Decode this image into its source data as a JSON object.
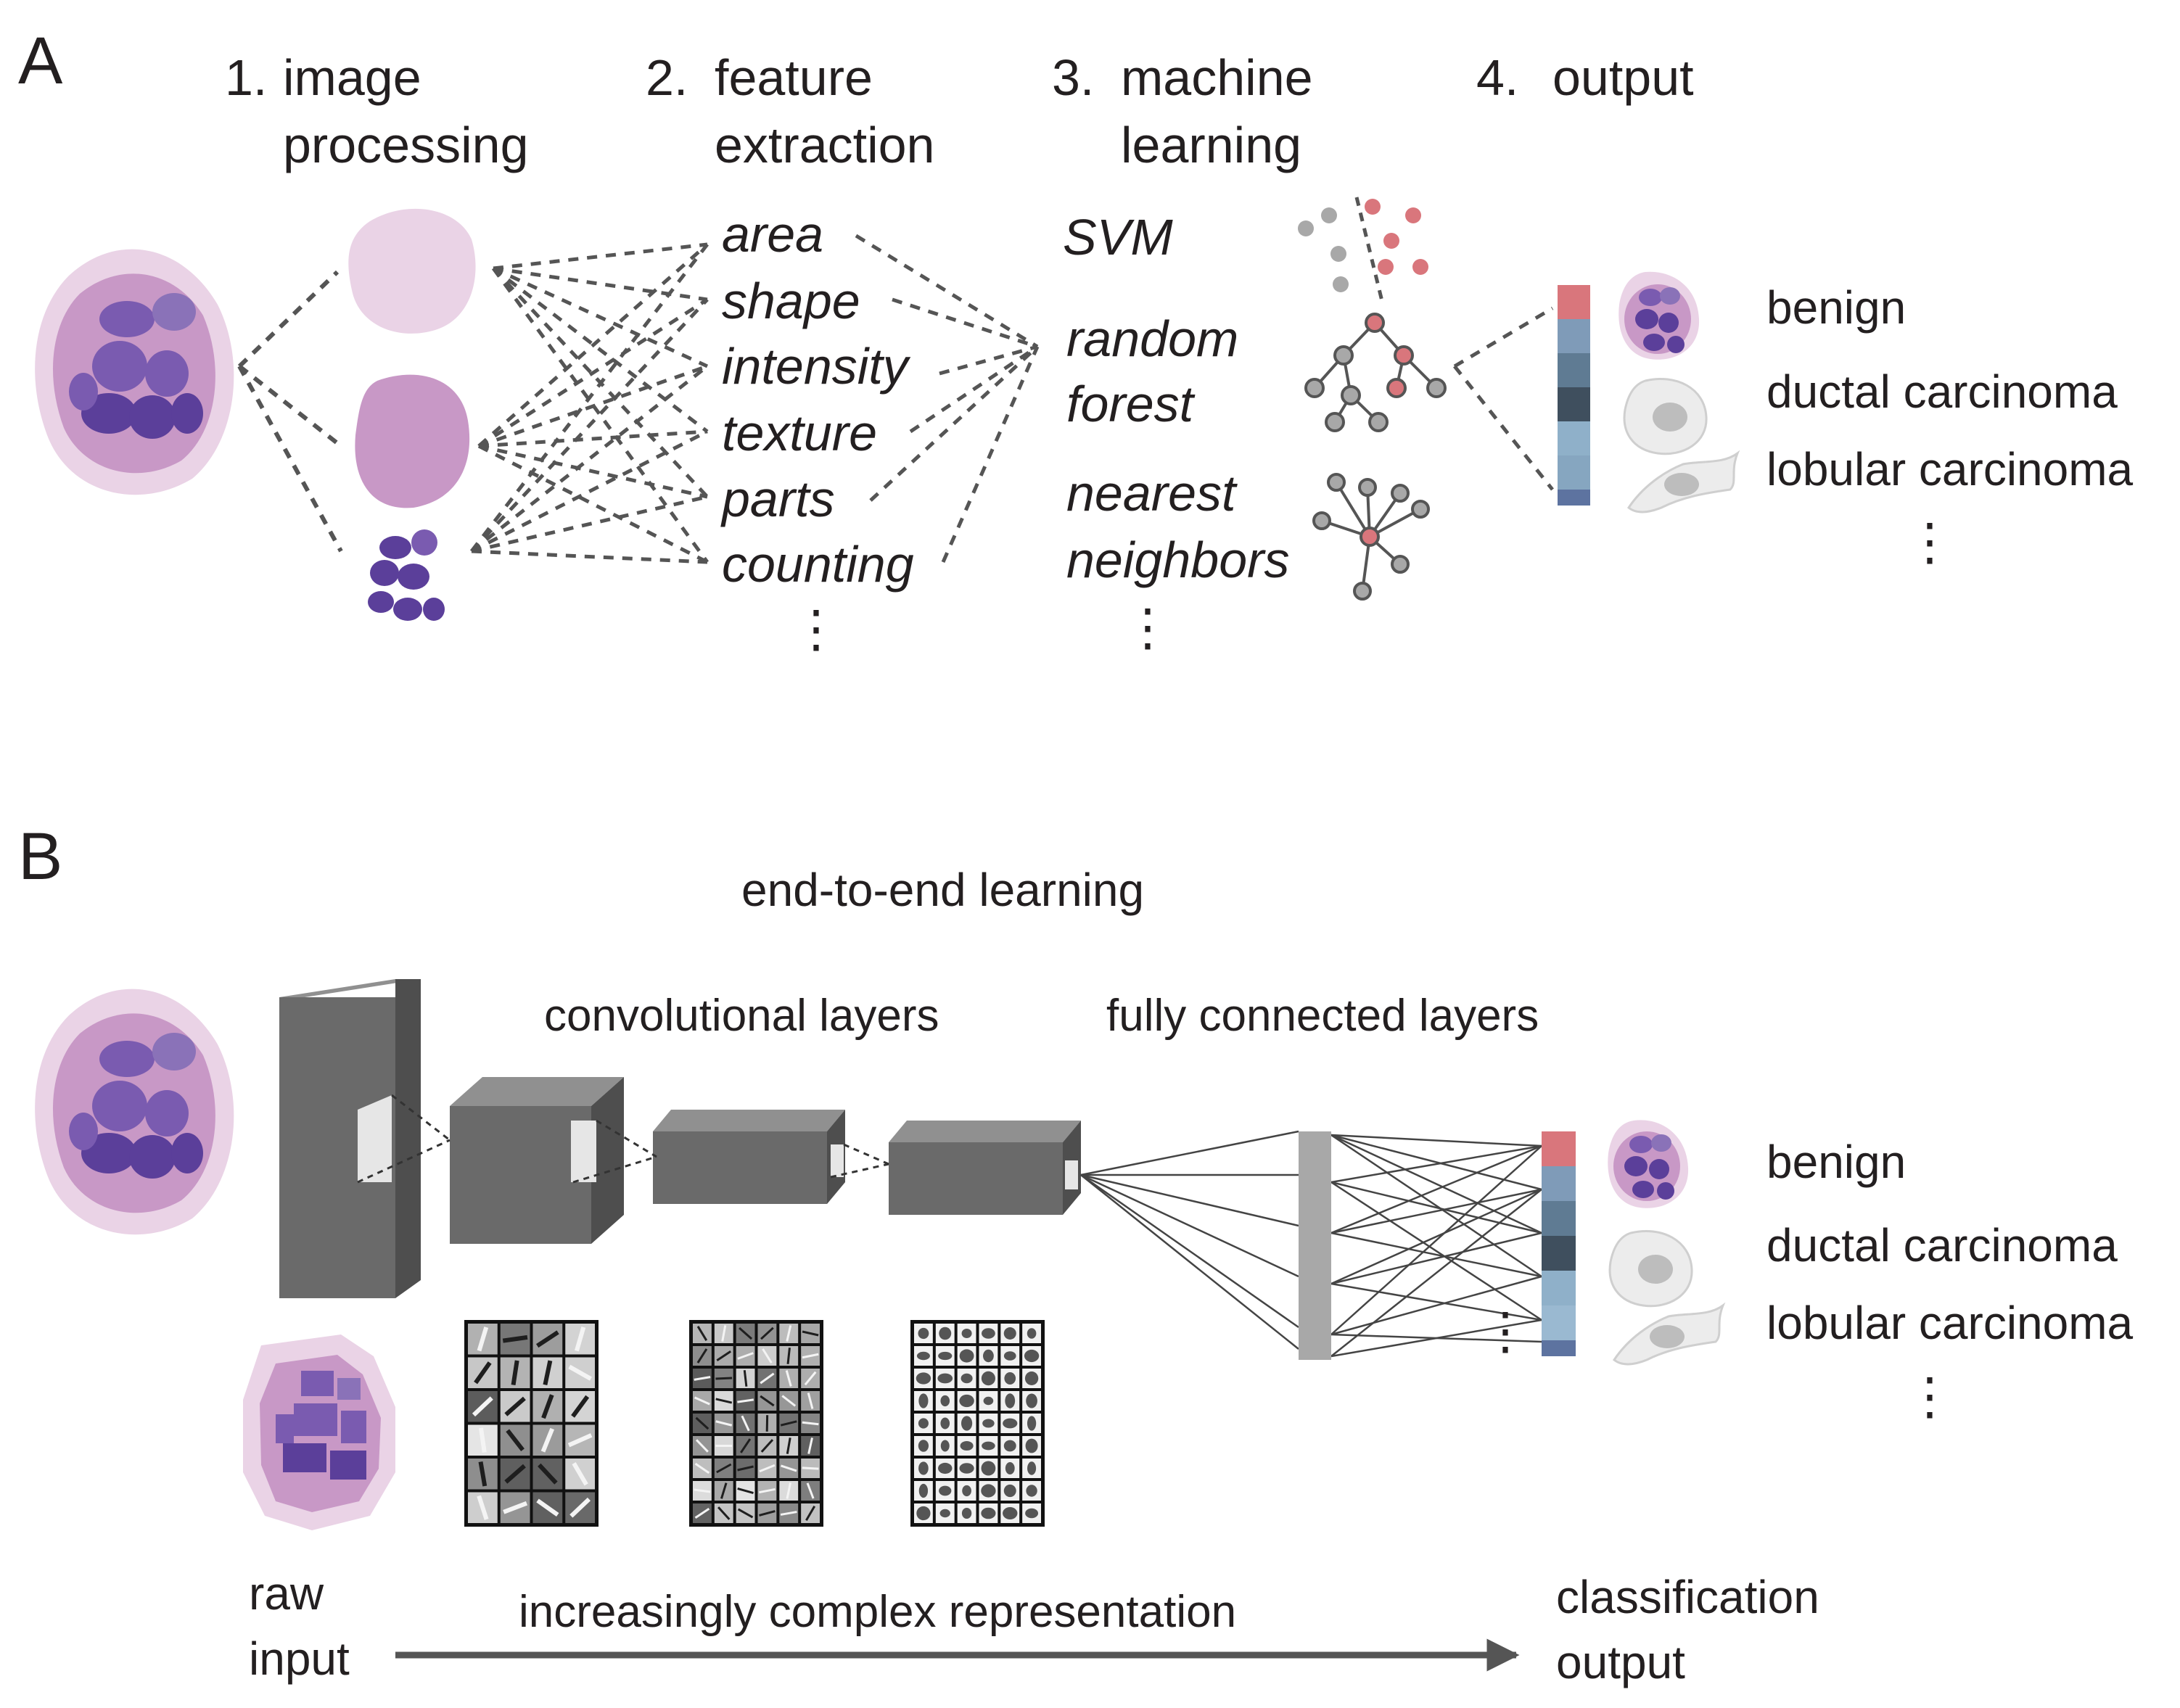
{
  "panel_a": {
    "label": "A",
    "steps": [
      {
        "num": "1.",
        "line1": "image",
        "line2": "processing"
      },
      {
        "num": "2.",
        "line1": "feature",
        "line2": "extraction"
      },
      {
        "num": "3.",
        "line1": "machine",
        "line2": "learning"
      },
      {
        "num": "4.",
        "line1": "output",
        "line2": ""
      }
    ],
    "features": [
      "area",
      "shape",
      "intensity",
      "texture",
      "parts",
      "counting"
    ],
    "methods": [
      {
        "line1": "SVM",
        "line2": ""
      },
      {
        "line1": "random",
        "line2": "forest"
      },
      {
        "line1": "nearest",
        "line2": "neighbors"
      }
    ],
    "classes": [
      "benign",
      "ductal carcinoma",
      "lobular carcinoma"
    ],
    "ellipsis": "⋮"
  },
  "panel_b": {
    "label": "B",
    "title": "end-to-end learning",
    "conv_label": "convolutional layers",
    "fc_label": "fully connected layers",
    "classes": [
      "benign",
      "ductal carcinoma",
      "lobular carcinoma"
    ],
    "raw_line1": "raw",
    "raw_line2": "input",
    "arrow_label": "increasingly complex representation",
    "out_line1": "classification",
    "out_line2": "output",
    "ellipsis": "⋮"
  },
  "colors": {
    "cell_outer": "#ead3e6",
    "cell_body": "#c898c6",
    "nucleus": "#7a5bb0",
    "dark_nucleus": "#5b3f9a",
    "positive": "#d9767c",
    "neutral": "#a8a8a8",
    "block_front": "#6a6a6a",
    "block_top": "#909090",
    "block_side": "#4e4e4e",
    "output_bar": [
      "#d9767c",
      "#7f9bb8",
      "#5f7b93",
      "#3f4f5e",
      "#8fb0c9",
      "#9ab9d1",
      "#86a6c0",
      "#5d73a0"
    ]
  },
  "icons": [
    "cell",
    "cytoplasm-shape",
    "nuclei-shape",
    "svm-scatter-icon",
    "decision-tree-icon",
    "knn-graph-icon",
    "filter-grid"
  ]
}
